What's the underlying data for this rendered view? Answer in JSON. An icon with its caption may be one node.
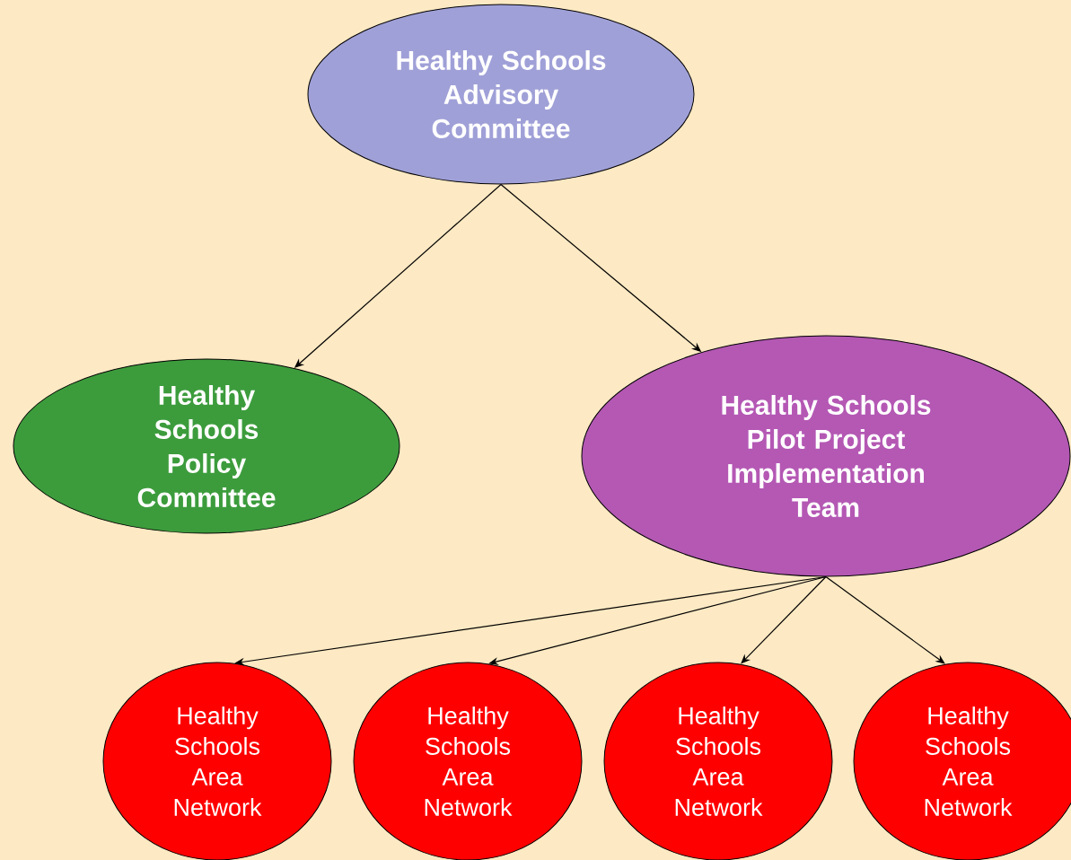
{
  "diagram": {
    "nodes": [
      {
        "text": [
          "Healthy Schools Advisory Committee"
        ]
      },
      {
        "text": [
          "Healthy Schools Policy Committee"
        ]
      },
      {
        "text": [
          "Healthy Schools Pilot Project Implementation Team"
        ]
      },
      {
        "text": [
          "Healthy Schools Area Network"
        ]
      },
      {
        "text": [
          "Healthy Schools Area Network"
        ]
      },
      {
        "text": [
          "Healthy Schools Area Network"
        ]
      },
      {
        "text": [
          "Healthy Schools Area Network"
        ]
      }
    ],
    "edges": [
      {
        "from": 0,
        "to": 1,
        "arrow": "to"
      },
      {
        "from": 0,
        "to": 2,
        "arrow": "to"
      },
      {
        "from": 2,
        "to": 3,
        "arrow": "to"
      },
      {
        "from": 2,
        "to": 4,
        "arrow": "to"
      },
      {
        "from": 2,
        "to": 5,
        "arrow": "to"
      },
      {
        "from": 2,
        "to": 6,
        "arrow": "to"
      }
    ]
  }
}
